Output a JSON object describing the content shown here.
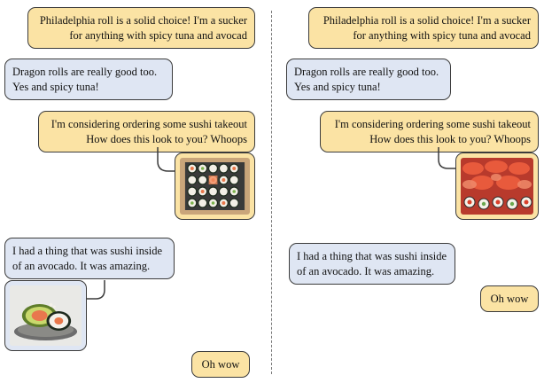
{
  "left": {
    "messages": [
      {
        "role": "user",
        "text": "Philadelphia roll is a solid choice! I'm a sucker\nfor anything with spicy tuna and avocad"
      },
      {
        "role": "friend",
        "text": "Dragon rolls are really good too.\nYes and spicy tuna!"
      },
      {
        "role": "user",
        "text": "I'm considering ordering some sushi takeout\nHow does this look to you?  Whoops"
      },
      {
        "role": "friend",
        "text": "I had a thing that was sushi inside\nof an avocado. It was amazing."
      },
      {
        "role": "user",
        "text": "Oh wow"
      }
    ],
    "images": {
      "user_photo": "sushi-box-photo",
      "friend_photo": "avocado-sushi-photo"
    }
  },
  "right": {
    "messages": [
      {
        "role": "user",
        "text": "Philadelphia roll is a solid choice! I'm a sucker\nfor anything with spicy tuna and avocad"
      },
      {
        "role": "friend",
        "text": "Dragon rolls are really good too.\nYes and spicy tuna!"
      },
      {
        "role": "user",
        "text": "I'm considering ordering some sushi takeout\nHow does this look to you?  Whoops"
      },
      {
        "role": "friend",
        "text": "I had a thing that was sushi inside\nof an avocado. It was amazing."
      },
      {
        "role": "user",
        "text": "Oh wow"
      }
    ],
    "images": {
      "user_photo": "sashimi-platter-photo"
    }
  },
  "colors": {
    "user_bubble": "#fbe3a4",
    "friend_bubble": "#dfe6f3",
    "border": "#3b3b3b",
    "divider": "#777777"
  }
}
